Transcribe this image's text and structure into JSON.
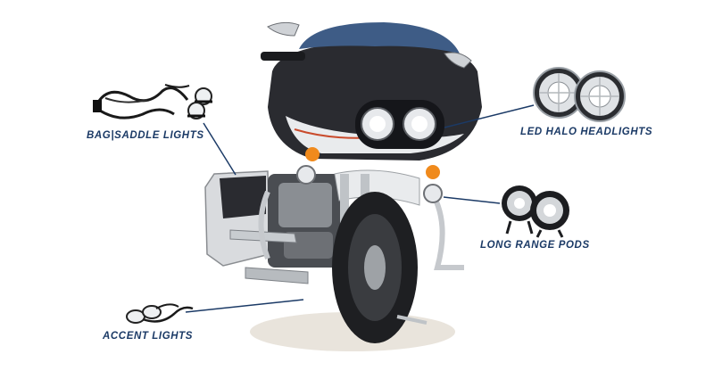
{
  "labels": {
    "bag_saddle": "BAG|SADDLE LIGHTS",
    "led_halo": "LED HALO HEADLIGHTS",
    "long_range": "LONG RANGE PODS",
    "accent": "ACCENT LIGHTS"
  },
  "colors": {
    "label_text": "#1b3a66",
    "leader_line": "#1b3a66",
    "fairing": "#2a2b30",
    "windshield": "#3e5c86",
    "chrome": "#bfc3c7",
    "fender_white": "#e9ebed",
    "turn_signal": "#f08a1c"
  },
  "icons": [
    "motorcycle-illustration",
    "wiring-harness-icon",
    "led-halo-headlights-icon",
    "long-range-pods-icon",
    "accent-lights-icon"
  ]
}
